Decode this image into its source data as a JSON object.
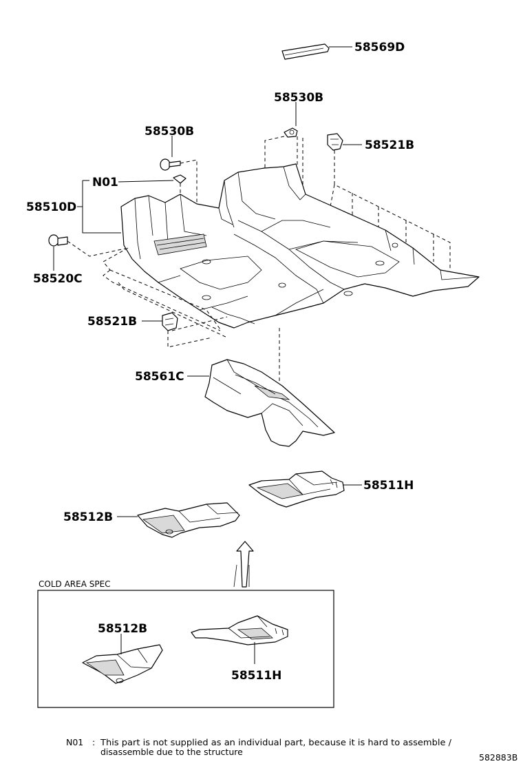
{
  "callouts": {
    "p58569d": "58569D",
    "p58530b_upper": "58530B",
    "p58521b_right": "58521B",
    "p58530b_left": "58530B",
    "n01": "N01",
    "p58510d": "58510D",
    "p58520c": "58520C",
    "p58521b_left": "58521B",
    "p58561c": "58561C",
    "p58511h": "58511H",
    "p58512b": "58512B"
  },
  "cold_area": {
    "title": "COLD AREA SPEC",
    "p58512b": "58512B",
    "p58511h": "58511H"
  },
  "footnote": {
    "code": "N01",
    "separator": ":",
    "line1": "This part is not supplied as an individual part, because it is hard to assemble /",
    "line2": "disassemble due to the structure"
  },
  "diagram_id": "582883B"
}
